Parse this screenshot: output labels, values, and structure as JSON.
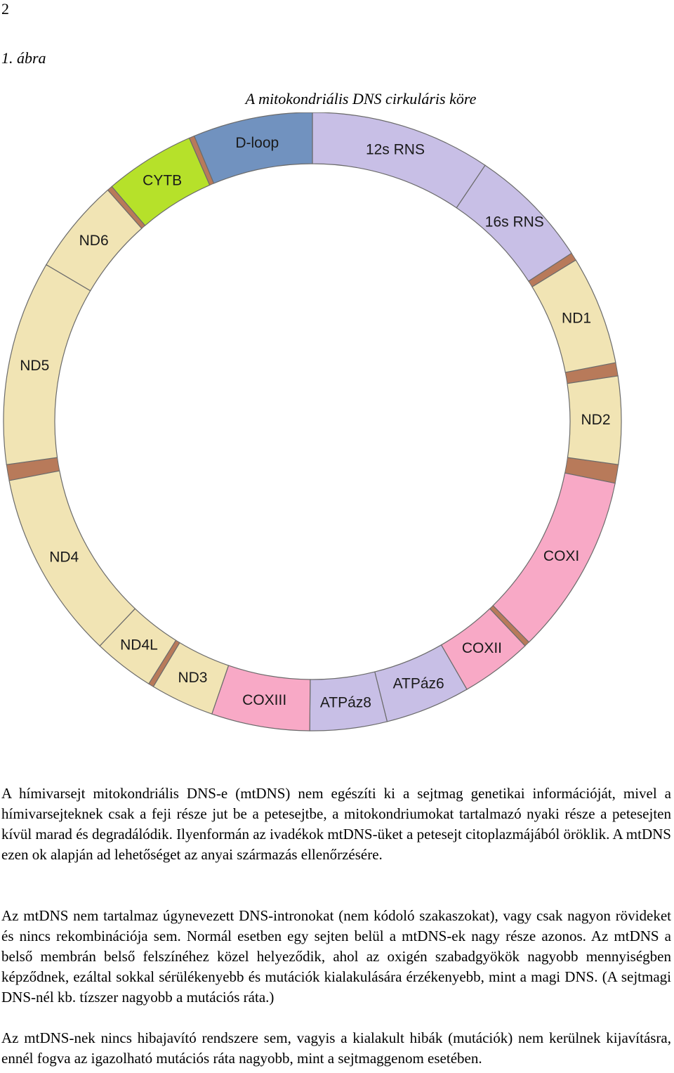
{
  "page": {
    "number": "2"
  },
  "figure": {
    "label": "1. ábra",
    "title": "A mitokondriális DNS cirkuláris köre",
    "segments": [
      {
        "label": "12s RNS",
        "color": "#c8bfe6",
        "start": 0.0,
        "end": 34.0
      },
      {
        "label": "16s RNS",
        "color": "#c8bfe6",
        "start": 34.0,
        "end": 57.0
      },
      {
        "label": "ND1",
        "color": "#f1e4b4",
        "start": 58.5,
        "end": 79.0
      },
      {
        "label": "ND2",
        "color": "#f1e4b4",
        "start": 81.5,
        "end": 98.0
      },
      {
        "label": "COXI",
        "color": "#f8a9c6",
        "start": 101.5,
        "end": 135.5
      },
      {
        "label": "COXII",
        "color": "#f8a9c6",
        "start": 136.5,
        "end": 150.0
      },
      {
        "label": "ATPáz6",
        "color": "#c8bfe6",
        "start": 150.0,
        "end": 166.0
      },
      {
        "label": "ATPáz8",
        "color": "#c8bfe6",
        "start": 166.0,
        "end": 180.5
      },
      {
        "label": "COXIII",
        "color": "#f8a9c6",
        "start": 180.5,
        "end": 199.0
      },
      {
        "label": "ND3",
        "color": "#f1e4b4",
        "start": 199.0,
        "end": 211.0
      },
      {
        "label": "ND4L",
        "color": "#f1e4b4",
        "start": 212.0,
        "end": 223.5
      },
      {
        "label": "ND4",
        "color": "#f1e4b4",
        "start": 223.5,
        "end": 259.0
      },
      {
        "label": "ND5",
        "color": "#f1e4b4",
        "start": 262.0,
        "end": 300.5
      },
      {
        "label": "ND6",
        "color": "#f1e4b4",
        "start": 300.5,
        "end": 318.5
      },
      {
        "label": "CYTB",
        "color": "#b6e12a",
        "start": 319.5,
        "end": 336.5
      },
      {
        "label": "D-loop",
        "color": "#7192bf",
        "start": 337.5,
        "end": 360.0
      }
    ],
    "spacers": [
      {
        "color": "#b87a5a",
        "start": 57.0,
        "end": 58.5
      },
      {
        "color": "#b87a5a",
        "start": 79.0,
        "end": 81.5
      },
      {
        "color": "#b87a5a",
        "start": 98.0,
        "end": 101.5
      },
      {
        "color": "#b87a5a",
        "start": 135.5,
        "end": 136.5
      },
      {
        "color": "#b87a5a",
        "start": 211.0,
        "end": 212.0
      },
      {
        "color": "#b87a5a",
        "start": 259.0,
        "end": 262.0
      },
      {
        "color": "#b87a5a",
        "start": 318.5,
        "end": 319.5
      },
      {
        "color": "#b87a5a",
        "start": 336.5,
        "end": 337.5
      }
    ]
  },
  "paragraphs": [
    "A hímivarsejt mitokondriális DNS-e (mtDNS) nem egészíti ki a sejtmag genetikai információját, mivel a hímivarsejteknek csak a feji része jut be a petesejtbe, a mitokondriumokat tartalmazó nyaki része a petesejten kívül marad és degradálódik. Ilyenformán az ivadékok mtDNS-üket a petesejt citoplazmájából öröklik. A mtDNS ezen ok alapján ad lehetőséget az anyai származás ellenőrzésére.",
    "Az mtDNS nem tartalmaz úgynevezett DNS-intronokat (nem kódoló szakaszokat), vagy csak nagyon rövideket és nincs rekombinációja sem. Normál esetben egy sejten belül a mtDNS-ek nagy része azonos. Az mtDNS a belső membrán belső felszínéhez közel helyeződik, ahol az oxigén szabadgyökök nagyobb mennyiségben képződnek, ezáltal sokkal sérülékenyebb és mutációk kialakulására érzékenyebb, mint a magi DNS. (A sejtmagi DNS-nél kb. tízszer nagyobb a mutációs ráta.)",
    "Az mtDNS-nek nincs hibajavító rendszere sem, vagyis a kialakult hibák (mutációk) nem kerülnek kijavításra, ennél fogva az igazolható mutációs ráta nagyobb, mint a sejtmaggenom esetében."
  ]
}
